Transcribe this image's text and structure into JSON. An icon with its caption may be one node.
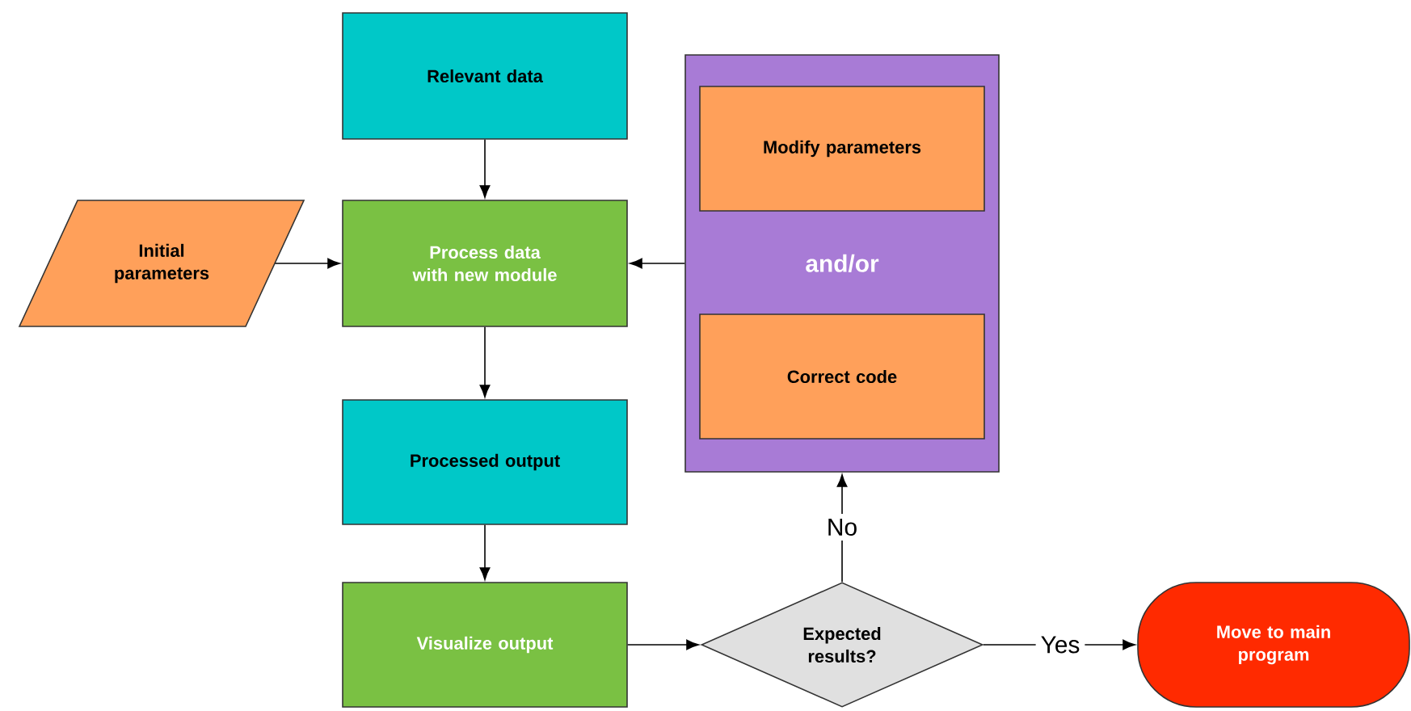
{
  "diagram": {
    "nodes": [
      {
        "text": [
          "Relevant data"
        ]
      },
      {
        "text": [
          "Initial parameters"
        ]
      },
      {
        "text": [
          "Process data with new module"
        ]
      },
      {
        "text": [
          "and/or"
        ]
      },
      {
        "text": [
          "Modify parameters"
        ],
        "in": 3
      },
      {
        "text": [
          "Correct code"
        ],
        "in": 3
      },
      {
        "text": [
          "Processed output"
        ]
      },
      {
        "text": [
          "Visualize output"
        ]
      },
      {
        "text": [
          "Expected results?"
        ]
      },
      {
        "text": [
          "Move to main program"
        ]
      }
    ],
    "edges": [
      {
        "from": 0,
        "to": 2,
        "arrow": "to"
      },
      {
        "from": 1,
        "to": 2,
        "arrow": "to"
      },
      {
        "from": 3,
        "to": 2,
        "arrow": "to"
      },
      {
        "from": 2,
        "to": 6,
        "arrow": "to"
      },
      {
        "from": 6,
        "to": 7,
        "arrow": "to"
      },
      {
        "from": 7,
        "to": 8,
        "arrow": "to"
      },
      {
        "from": 8,
        "to": 3,
        "label": "No",
        "arrow": "to"
      },
      {
        "from": 8,
        "to": 9,
        "label": "Yes",
        "arrow": "to"
      }
    ]
  }
}
